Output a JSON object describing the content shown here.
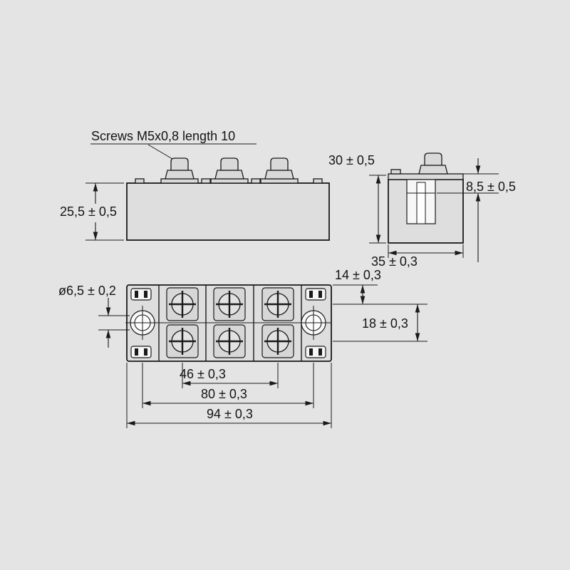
{
  "drawing": {
    "callout_screws": "Screws M5x0,8 length 10",
    "dims": {
      "side_height": "25,5 ± 0,5",
      "end_height": "30 ± 0,5",
      "end_step": "8,5 ± 0,5",
      "end_width": "35 ± 0,3",
      "hole_dia": "ø6,5 ± 0,2",
      "edge_to_row": "14 ± 0,3",
      "row_pitch": "18 ± 0,3",
      "terminal_pitch": "46 ± 0,3",
      "hole_pitch": "80 ± 0,3",
      "overall_length": "94 ± 0,3"
    }
  }
}
